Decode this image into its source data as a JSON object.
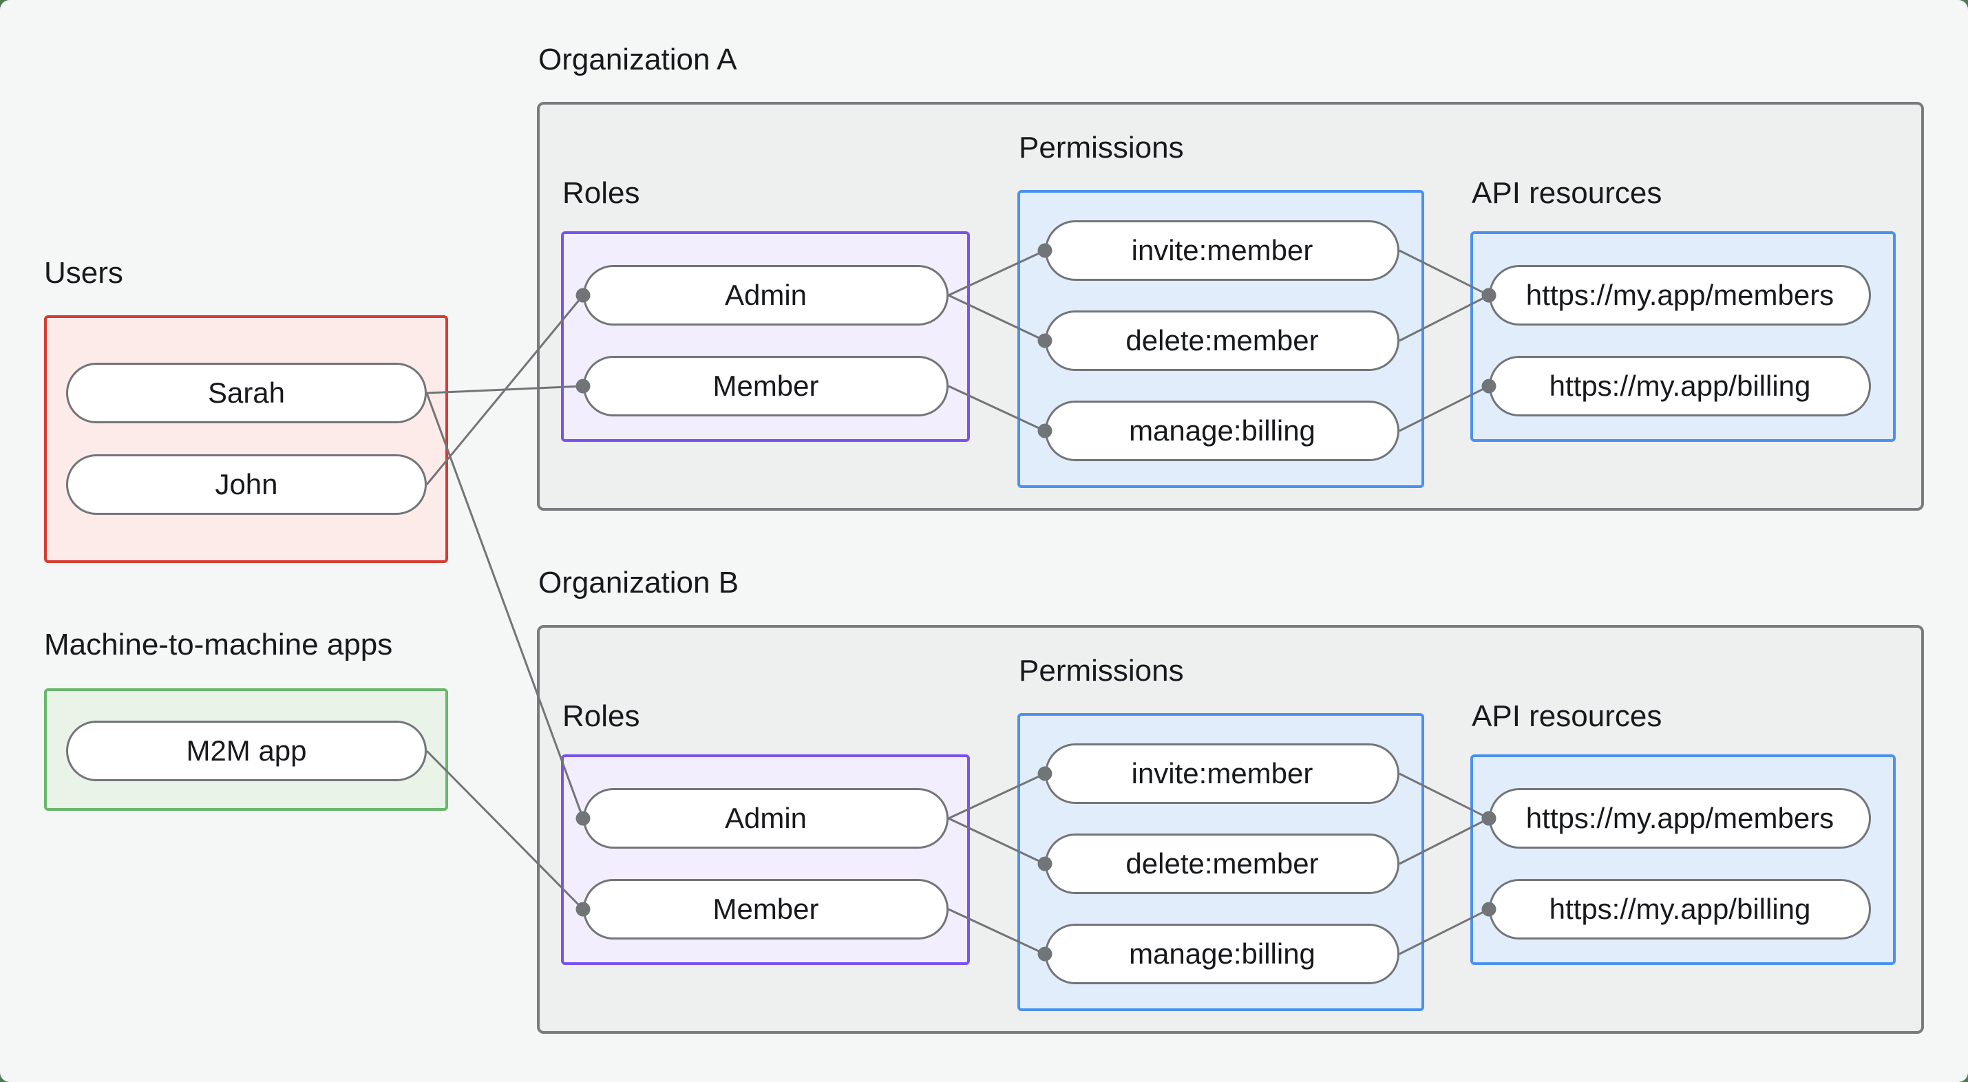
{
  "users_section": {
    "title": "Users",
    "users": [
      "Sarah",
      "John"
    ]
  },
  "m2m_section": {
    "title": "Machine-to-machine apps",
    "apps": [
      "M2M app"
    ]
  },
  "shared_labels": {
    "roles": "Roles",
    "permissions": "Permissions",
    "api_resources": "API resources"
  },
  "organizations": [
    {
      "title": "Organization A",
      "roles": [
        "Admin",
        "Member"
      ],
      "permissions": [
        "invite:member",
        "delete:member",
        "manage:billing"
      ],
      "api_resources": [
        "https://my.app/members",
        "https://my.app/billing"
      ]
    },
    {
      "title": "Organization B",
      "roles": [
        "Admin",
        "Member"
      ],
      "permissions": [
        "invite:member",
        "delete:member",
        "manage:billing"
      ],
      "api_resources": [
        "https://my.app/members",
        "https://my.app/billing"
      ]
    }
  ],
  "edges": [
    [
      "sarah",
      "orgA-role-1"
    ],
    [
      "john",
      "orgA-role-0"
    ],
    [
      "sarah",
      "orgB-role-0"
    ],
    [
      "m2m-app",
      "orgB-role-1"
    ],
    [
      "orgA-role-0",
      "orgA-perm-0"
    ],
    [
      "orgA-role-0",
      "orgA-perm-1"
    ],
    [
      "orgA-role-1",
      "orgA-perm-2"
    ],
    [
      "orgA-perm-0",
      "orgA-api-0"
    ],
    [
      "orgA-perm-1",
      "orgA-api-0"
    ],
    [
      "orgA-perm-2",
      "orgA-api-1"
    ],
    [
      "orgB-role-0",
      "orgB-perm-0"
    ],
    [
      "orgB-role-0",
      "orgB-perm-1"
    ],
    [
      "orgB-role-1",
      "orgB-perm-2"
    ],
    [
      "orgB-perm-0",
      "orgB-api-0"
    ],
    [
      "orgB-perm-1",
      "orgB-api-0"
    ],
    [
      "orgB-perm-2",
      "orgB-api-1"
    ]
  ],
  "colors": {
    "canvas_bg": "#f5f7f6",
    "outer_bg": "#4c7c55",
    "org_box_bg": "#eeefef",
    "org_box_border": "#797c7e",
    "users_box_bg": "#fcebe9",
    "users_box_border": "#d63c32",
    "m2m_box_bg": "#e9f3e8",
    "m2m_box_border": "#68b76b",
    "roles_box_bg": "#f3eefd",
    "roles_box_border": "#7a51f2",
    "perm_box_bg": "#e2edfb",
    "perm_box_border": "#4b91ef",
    "pill_bg": "#ffffff",
    "pill_border": "#727578",
    "edge": "#727578",
    "text": "#17191c"
  }
}
